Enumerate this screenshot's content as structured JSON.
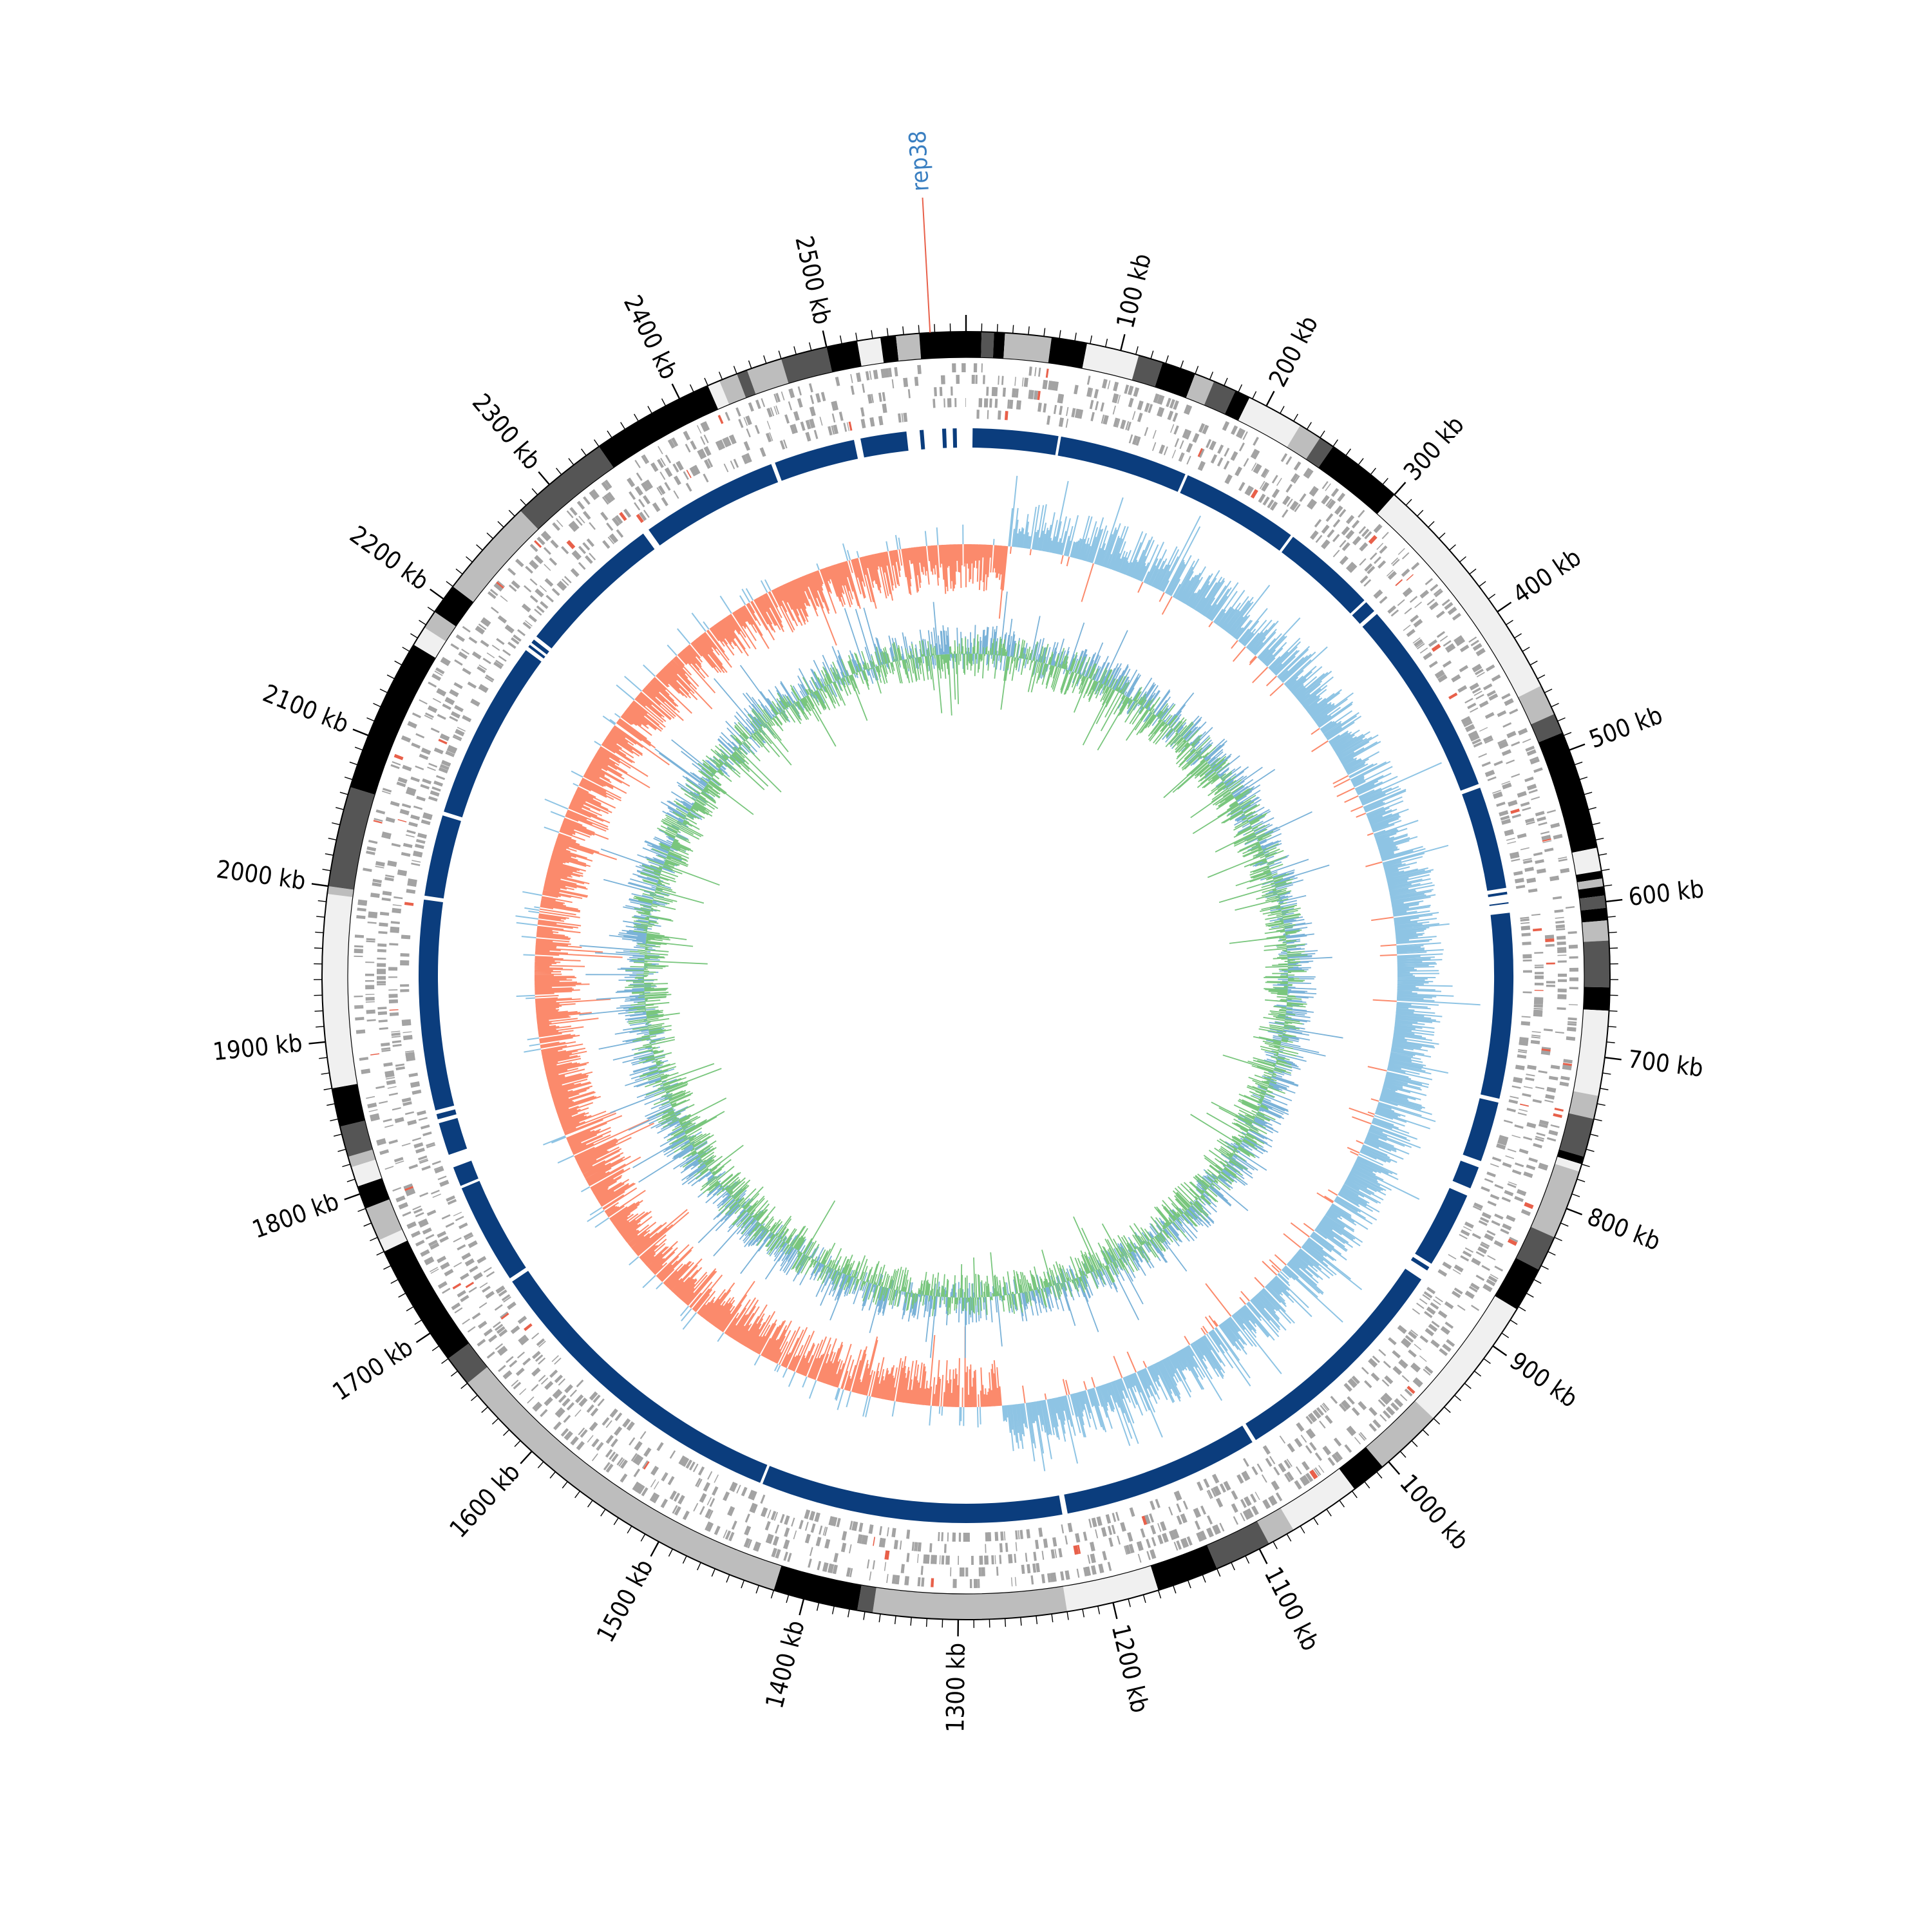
{
  "chart_data": {
    "type": "circular-genome",
    "genome_length_kb": 2590,
    "tick_labels": [
      {
        "kb": 100,
        "text": "100 kb"
      },
      {
        "kb": 200,
        "text": "200 kb"
      },
      {
        "kb": 300,
        "text": "300 kb"
      },
      {
        "kb": 400,
        "text": "400 kb"
      },
      {
        "kb": 500,
        "text": "500 kb"
      },
      {
        "kb": 600,
        "text": "600 kb"
      },
      {
        "kb": 700,
        "text": "700 kb"
      },
      {
        "kb": 800,
        "text": "800 kb"
      },
      {
        "kb": 900,
        "text": "900 kb"
      },
      {
        "kb": 1000,
        "text": "1000 kb"
      },
      {
        "kb": 1100,
        "text": "1100 kb"
      },
      {
        "kb": 1200,
        "text": "1200 kb"
      },
      {
        "kb": 1300,
        "text": "1300 kb"
      },
      {
        "kb": 1400,
        "text": "1400 kb"
      },
      {
        "kb": 1500,
        "text": "1500 kb"
      },
      {
        "kb": 1600,
        "text": "1600 kb"
      },
      {
        "kb": 1700,
        "text": "1700 kb"
      },
      {
        "kb": 1800,
        "text": "1800 kb"
      },
      {
        "kb": 1900,
        "text": "1900 kb"
      },
      {
        "kb": 2000,
        "text": "2000 kb"
      },
      {
        "kb": 2100,
        "text": "2100 kb"
      },
      {
        "kb": 2200,
        "text": "2200 kb"
      },
      {
        "kb": 2300,
        "text": "2300 kb"
      },
      {
        "kb": 2400,
        "text": "2400 kb"
      },
      {
        "kb": 2500,
        "text": "2500 kb"
      }
    ],
    "annotation": {
      "text": "rep38",
      "kb": 2567,
      "label_color": "#3a7fc1",
      "line_color": "#e8604a"
    },
    "outer_bands": [
      {
        "start": 0,
        "end": 10,
        "shade": "#000000"
      },
      {
        "start": 10,
        "end": 18,
        "shade": "#555555"
      },
      {
        "start": 18,
        "end": 25,
        "shade": "#000000"
      },
      {
        "start": 25,
        "end": 55,
        "shade": "#bdbdbd"
      },
      {
        "start": 55,
        "end": 78,
        "shade": "#000000"
      },
      {
        "start": 78,
        "end": 112,
        "shade": "#f0f0f0"
      },
      {
        "start": 112,
        "end": 128,
        "shade": "#555555"
      },
      {
        "start": 128,
        "end": 150,
        "shade": "#000000"
      },
      {
        "start": 150,
        "end": 163,
        "shade": "#bdbdbd"
      },
      {
        "start": 163,
        "end": 178,
        "shade": "#555555"
      },
      {
        "start": 178,
        "end": 188,
        "shade": "#000000"
      },
      {
        "start": 188,
        "end": 225,
        "shade": "#f0f0f0"
      },
      {
        "start": 225,
        "end": 240,
        "shade": "#bdbdbd"
      },
      {
        "start": 240,
        "end": 250,
        "shade": "#555555"
      },
      {
        "start": 250,
        "end": 300,
        "shade": "#000000"
      },
      {
        "start": 300,
        "end": 455,
        "shade": "#f0f0f0"
      },
      {
        "start": 455,
        "end": 475,
        "shade": "#bdbdbd"
      },
      {
        "start": 475,
        "end": 488,
        "shade": "#555555"
      },
      {
        "start": 488,
        "end": 565,
        "shade": "#000000"
      },
      {
        "start": 565,
        "end": 580,
        "shade": "#f0f0f0"
      },
      {
        "start": 580,
        "end": 585,
        "shade": "#000000"
      },
      {
        "start": 585,
        "end": 590,
        "shade": "#bdbdbd"
      },
      {
        "start": 590,
        "end": 596,
        "shade": "#000000"
      },
      {
        "start": 596,
        "end": 604,
        "shade": "#555555"
      },
      {
        "start": 604,
        "end": 612,
        "shade": "#000000"
      },
      {
        "start": 612,
        "end": 625,
        "shade": "#bdbdbd"
      },
      {
        "start": 625,
        "end": 655,
        "shade": "#555555"
      },
      {
        "start": 655,
        "end": 670,
        "shade": "#000000"
      },
      {
        "start": 670,
        "end": 725,
        "shade": "#f0f0f0"
      },
      {
        "start": 725,
        "end": 740,
        "shade": "#bdbdbd"
      },
      {
        "start": 740,
        "end": 765,
        "shade": "#555555"
      },
      {
        "start": 765,
        "end": 770,
        "shade": "#000000"
      },
      {
        "start": 770,
        "end": 775,
        "shade": "#f0f0f0"
      },
      {
        "start": 775,
        "end": 820,
        "shade": "#bdbdbd"
      },
      {
        "start": 820,
        "end": 843,
        "shade": "#555555"
      },
      {
        "start": 843,
        "end": 872,
        "shade": "#000000"
      },
      {
        "start": 872,
        "end": 960,
        "shade": "#f0f0f0"
      },
      {
        "start": 960,
        "end": 1005,
        "shade": "#bdbdbd"
      },
      {
        "start": 1005,
        "end": 1028,
        "shade": "#000000"
      },
      {
        "start": 1028,
        "end": 1075,
        "shade": "#f0f0f0"
      },
      {
        "start": 1075,
        "end": 1093,
        "shade": "#bdbdbd"
      },
      {
        "start": 1093,
        "end": 1130,
        "shade": "#555555"
      },
      {
        "start": 1130,
        "end": 1170,
        "shade": "#000000"
      },
      {
        "start": 1170,
        "end": 1230,
        "shade": "#f0f0f0"
      },
      {
        "start": 1230,
        "end": 1355,
        "shade": "#bdbdbd"
      },
      {
        "start": 1355,
        "end": 1365,
        "shade": "#555555"
      },
      {
        "start": 1365,
        "end": 1420,
        "shade": "#000000"
      },
      {
        "start": 1420,
        "end": 1660,
        "shade": "#bdbdbd"
      },
      {
        "start": 1660,
        "end": 1680,
        "shade": "#555555"
      },
      {
        "start": 1680,
        "end": 1760,
        "shade": "#000000"
      },
      {
        "start": 1760,
        "end": 1768,
        "shade": "#f0f0f0"
      },
      {
        "start": 1768,
        "end": 1790,
        "shade": "#bdbdbd"
      },
      {
        "start": 1790,
        "end": 1805,
        "shade": "#000000"
      },
      {
        "start": 1805,
        "end": 1818,
        "shade": "#f0f0f0"
      },
      {
        "start": 1818,
        "end": 1825,
        "shade": "#bdbdbd"
      },
      {
        "start": 1825,
        "end": 1845,
        "shade": "#555555"
      },
      {
        "start": 1845,
        "end": 1870,
        "shade": "#000000"
      },
      {
        "start": 1870,
        "end": 1995,
        "shade": "#f0f0f0"
      },
      {
        "start": 1995,
        "end": 2000,
        "shade": "#bdbdbd"
      },
      {
        "start": 2000,
        "end": 2065,
        "shade": "#555555"
      },
      {
        "start": 2065,
        "end": 2165,
        "shade": "#000000"
      },
      {
        "start": 2165,
        "end": 2178,
        "shade": "#f0f0f0"
      },
      {
        "start": 2178,
        "end": 2190,
        "shade": "#bdbdbd"
      },
      {
        "start": 2190,
        "end": 2210,
        "shade": "#000000"
      },
      {
        "start": 2210,
        "end": 2275,
        "shade": "#bdbdbd"
      },
      {
        "start": 2275,
        "end": 2340,
        "shade": "#555555"
      },
      {
        "start": 2340,
        "end": 2420,
        "shade": "#000000"
      },
      {
        "start": 2420,
        "end": 2428,
        "shade": "#f0f0f0"
      },
      {
        "start": 2428,
        "end": 2440,
        "shade": "#bdbdbd"
      },
      {
        "start": 2440,
        "end": 2447,
        "shade": "#555555"
      },
      {
        "start": 2447,
        "end": 2470,
        "shade": "#bdbdbd"
      },
      {
        "start": 2470,
        "end": 2500,
        "shade": "#555555"
      },
      {
        "start": 2500,
        "end": 2520,
        "shade": "#000000"
      },
      {
        "start": 2520,
        "end": 2535,
        "shade": "#f0f0f0"
      },
      {
        "start": 2535,
        "end": 2545,
        "shade": "#000000"
      },
      {
        "start": 2545,
        "end": 2560,
        "shade": "#bdbdbd"
      },
      {
        "start": 2560,
        "end": 2590,
        "shade": "#000000"
      }
    ],
    "blue_blocks": [
      {
        "start": 5,
        "end": 70
      },
      {
        "start": 72,
        "end": 170
      },
      {
        "start": 172,
        "end": 262
      },
      {
        "start": 264,
        "end": 336
      },
      {
        "start": 338,
        "end": 347
      },
      {
        "start": 350,
        "end": 500
      },
      {
        "start": 503,
        "end": 581
      },
      {
        "start": 584,
        "end": 586
      },
      {
        "start": 592,
        "end": 593
      },
      {
        "start": 600,
        "end": 741
      },
      {
        "start": 744,
        "end": 790
      },
      {
        "start": 795,
        "end": 812
      },
      {
        "start": 818,
        "end": 876
      },
      {
        "start": 879,
        "end": 882
      },
      {
        "start": 890,
        "end": 1065
      },
      {
        "start": 1068,
        "end": 1218
      },
      {
        "start": 1222,
        "end": 1452
      },
      {
        "start": 1454,
        "end": 1698
      },
      {
        "start": 1701,
        "end": 1778
      },
      {
        "start": 1780,
        "end": 1795
      },
      {
        "start": 1805,
        "end": 1830
      },
      {
        "start": 1833,
        "end": 1837
      },
      {
        "start": 1840,
        "end": 2000
      },
      {
        "start": 2003,
        "end": 2065
      },
      {
        "start": 2068,
        "end": 2205
      },
      {
        "start": 2208,
        "end": 2210
      },
      {
        "start": 2212,
        "end": 2215
      },
      {
        "start": 2218,
        "end": 2330
      },
      {
        "start": 2335,
        "end": 2440
      },
      {
        "start": 2443,
        "end": 2505
      },
      {
        "start": 2510,
        "end": 2545
      },
      {
        "start": 2555,
        "end": 2558
      },
      {
        "start": 2572,
        "end": 2575
      },
      {
        "start": 2580,
        "end": 2583
      }
    ],
    "tracks": {
      "feature_color": "#a3a3a3",
      "feature_accent": "#e8604a",
      "block_color": "#0b3d7d",
      "skew_positive": "#8ec4e4",
      "skew_negative": "#fb8a6c",
      "content_a": "#7ab2d8",
      "content_b": "#79c67d"
    }
  }
}
